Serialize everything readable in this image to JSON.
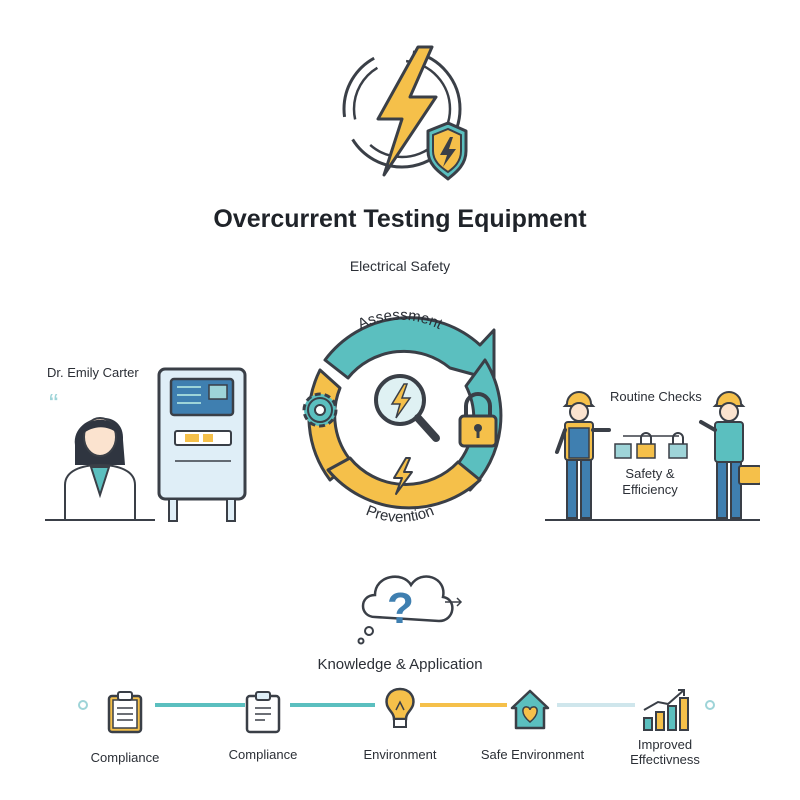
{
  "header": {
    "title": "Overcurrent Testing Equipment",
    "subtitle": "Electrical Safety"
  },
  "cycle": {
    "top_label": "Assessment",
    "bottom_label": "Prevention"
  },
  "left_panel": {
    "person_name": "Dr. Emily Carter"
  },
  "right_panel": {
    "heading": "Routine Checks",
    "caption_line1": "Safety &",
    "caption_line2": "Efficiency"
  },
  "knowledge": {
    "label": "Knowledge & Application"
  },
  "timeline": {
    "steps": [
      {
        "label": "Compliance",
        "icon": "clipboard-icon"
      },
      {
        "label": "Compliance",
        "icon": "clipboard-icon"
      },
      {
        "label": "Environment",
        "icon": "lightbulb-icon"
      },
      {
        "label": "Safe Environment",
        "icon": "house-heart-icon"
      },
      {
        "label_line1": "Improved",
        "label_line2": "Effectivness",
        "icon": "growth-chart-icon"
      }
    ],
    "colors": {
      "teal": "#5bbfbf",
      "yellow": "#f5c04a",
      "light": "#cfe6ec"
    }
  }
}
